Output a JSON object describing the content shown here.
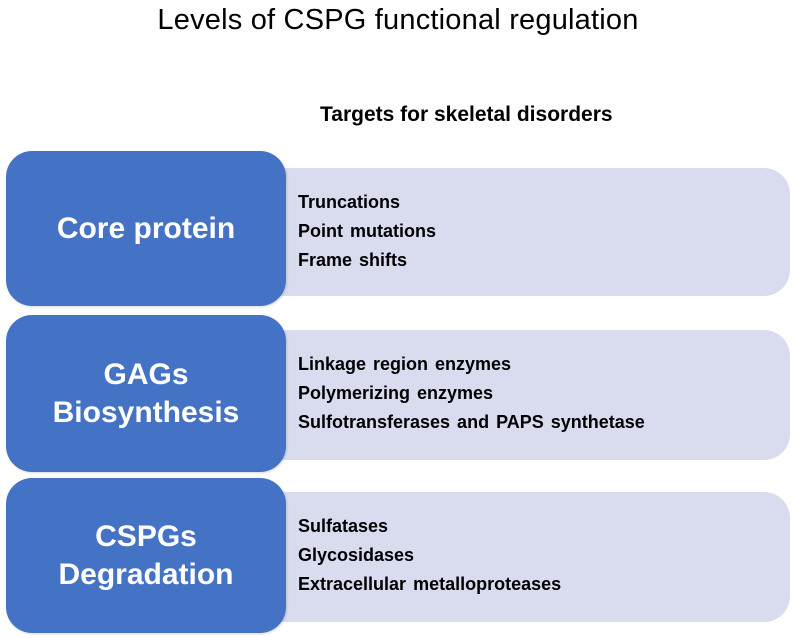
{
  "title": "Levels of CSPG functional regulation",
  "subtitle": "Targets for skeletal disorders",
  "colors": {
    "label_fill": "#4472c4",
    "panel_fill": "#d9dcef",
    "label_text": "#ffffff"
  },
  "levels": [
    {
      "label_lines": [
        "Core protein"
      ],
      "items": [
        "Truncations",
        "Point mutations",
        "Frame shifts"
      ]
    },
    {
      "label_lines": [
        "GAGs",
        "Biosynthesis"
      ],
      "items": [
        "Linkage region enzymes",
        "Polymerizing enzymes",
        "Sulfotransferases and PAPS synthetase"
      ]
    },
    {
      "label_lines": [
        "CSPGs",
        "Degradation"
      ],
      "items": [
        "Sulfatases",
        "Glycosidases",
        "Extracellular metalloproteases"
      ]
    }
  ]
}
